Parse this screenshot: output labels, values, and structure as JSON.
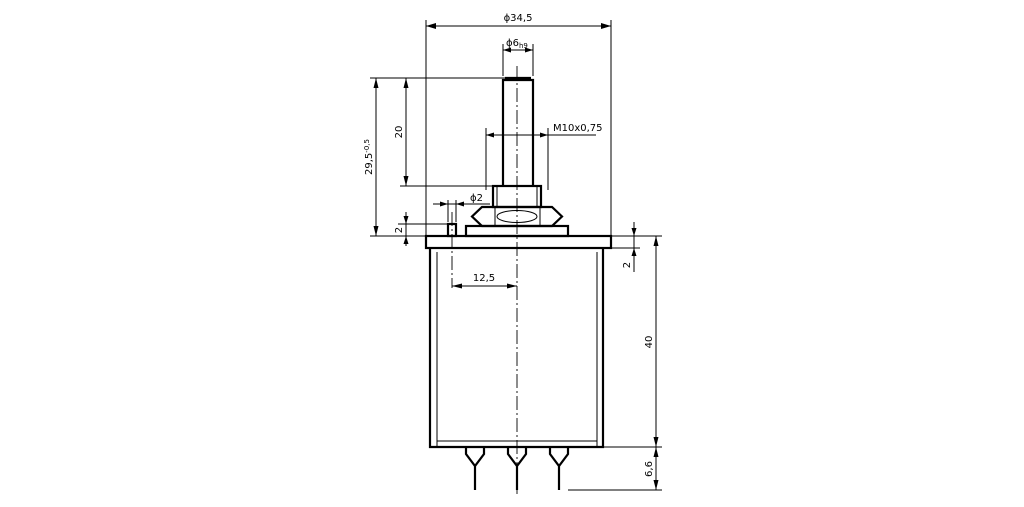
{
  "dimensions": {
    "body_diameter": "ϕ34,5",
    "shaft_diameter": "ϕ6",
    "shaft_tolerance": "h9",
    "thread": "M10x0,75",
    "pin_diameter": "ϕ2",
    "total_height": "29,5",
    "total_height_tolerance": "-0,5",
    "shaft_length": "20",
    "pin_height": "2",
    "pin_offset": "12,5",
    "flange_thickness": "2",
    "body_height": "40",
    "terminal_length": "6,6"
  }
}
